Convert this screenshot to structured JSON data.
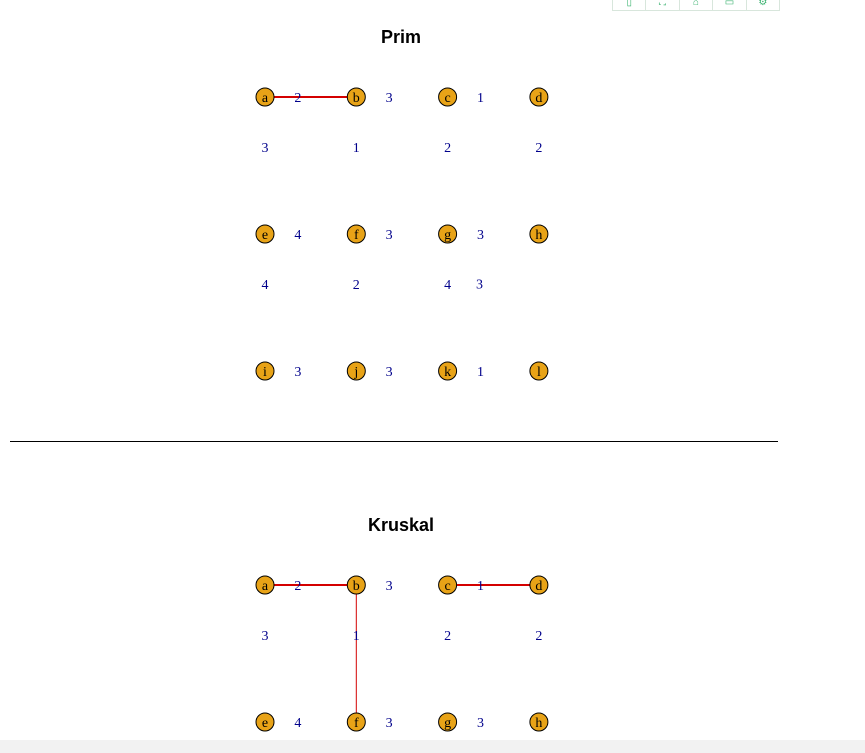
{
  "toolbar": {
    "buttons": [
      {
        "name": "save-icon",
        "glyph": "▯"
      },
      {
        "name": "expand-icon",
        "glyph": "⛶"
      },
      {
        "name": "home-icon",
        "glyph": "⌂"
      },
      {
        "name": "window-icon",
        "glyph": "▭"
      },
      {
        "name": "settings-icon",
        "glyph": "⚙"
      }
    ]
  },
  "colors": {
    "node_fill": "#e8a317",
    "weight_label": "#00008b",
    "mst_edge": "#d40000"
  },
  "graphs": [
    {
      "id": "prim",
      "title": "Prim",
      "rows": [
        [
          "a",
          "b",
          "c",
          "d"
        ],
        [
          "e",
          "f",
          "g",
          "h"
        ],
        [
          "i",
          "j",
          "k",
          "l"
        ]
      ],
      "horizontal_weights": [
        [
          "2",
          "3",
          "1"
        ],
        [
          "4",
          "3",
          "3"
        ],
        [
          "3",
          "3",
          "1"
        ]
      ],
      "vertical_weights": [
        [
          "3",
          "1",
          "2",
          "2"
        ],
        [
          "4",
          "2",
          "4",
          ""
        ]
      ],
      "diagonal_weights": [
        {
          "between_rows": [
            1,
            2
          ],
          "after_col": 2,
          "value": "3"
        }
      ],
      "mst_edges": [
        [
          "a",
          "b"
        ]
      ]
    },
    {
      "id": "kruskal",
      "title": "Kruskal",
      "rows": [
        [
          "a",
          "b",
          "c",
          "d"
        ],
        [
          "e",
          "f",
          "g",
          "h"
        ]
      ],
      "horizontal_weights": [
        [
          "2",
          "3",
          "1"
        ],
        [
          "4",
          "3",
          "3"
        ]
      ],
      "vertical_weights": [
        [
          "3",
          "1",
          "2",
          "2"
        ]
      ],
      "diagonal_weights": [],
      "mst_edges": [
        [
          "a",
          "b"
        ],
        [
          "b",
          "f"
        ],
        [
          "c",
          "d"
        ]
      ]
    }
  ]
}
